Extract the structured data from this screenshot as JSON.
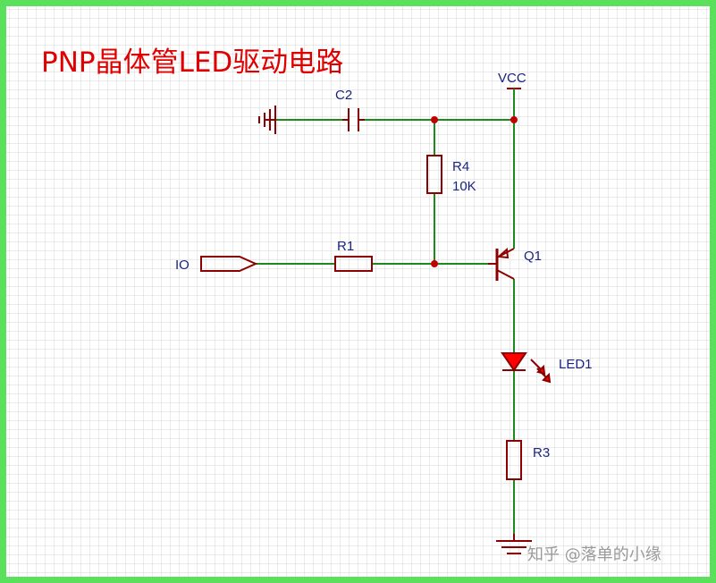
{
  "title": "PNP晶体管LED驱动电路",
  "watermark": "知乎 @落单的小缘",
  "colors": {
    "frame": "#5BE05B",
    "grid": "#D6D6D6",
    "wire": "#1E8A1E",
    "component": "#8B0000",
    "junction": "#C00000",
    "label": "#1A237E",
    "title": "#E00000",
    "led_fill": "#FF0000",
    "background": "#FFFFFF"
  },
  "labels": {
    "vcc": "VCC",
    "c2": "C2",
    "r4_name": "R4",
    "r4_value": "10K",
    "io": "IO",
    "r1": "R1",
    "q1": "Q1",
    "led1": "LED1",
    "r3": "R3"
  }
}
